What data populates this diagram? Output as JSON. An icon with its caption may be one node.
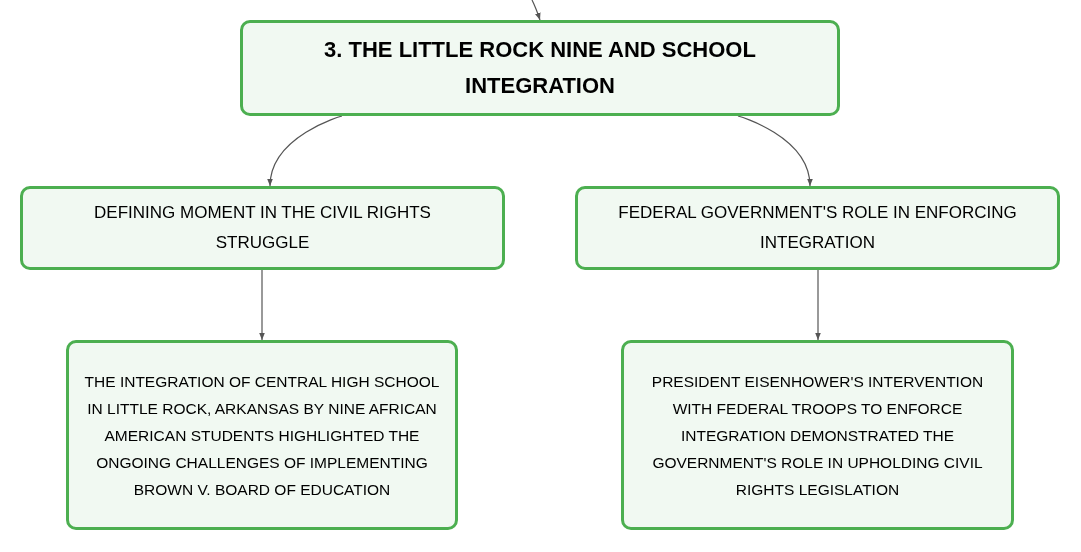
{
  "diagram": {
    "nodes": [
      {
        "text": [
          "3. THE LITTLE ROCK NINE AND SCHOOL INTEGRATION"
        ]
      },
      {
        "text": [
          "DEFINING MOMENT IN THE CIVIL RIGHTS STRUGGLE"
        ]
      },
      {
        "text": [
          "FEDERAL GOVERNMENT'S ROLE IN ENFORCING INTEGRATION"
        ]
      },
      {
        "text": [
          "THE INTEGRATION OF CENTRAL HIGH SCHOOL IN LITTLE ROCK, ARKANSAS BY NINE AFRICAN AMERICAN STUDENTS HIGHLIGHTED THE ONGOING CHALLENGES OF IMPLEMENTING BROWN V. BOARD OF EDUCATION"
        ]
      },
      {
        "text": [
          "PRESIDENT EISENHOWER'S INTERVENTION WITH FEDERAL TROOPS TO ENFORCE INTEGRATION DEMONSTRATED THE GOVERNMENT'S ROLE IN UPHOLDING CIVIL RIGHTS LEGISLATION"
        ]
      }
    ],
    "edges": [
      {
        "from": null,
        "to": 0,
        "arrow": "to"
      },
      {
        "from": 0,
        "to": 1,
        "arrow": "to"
      },
      {
        "from": 0,
        "to": 2,
        "arrow": "to"
      },
      {
        "from": 1,
        "to": 3,
        "arrow": "to"
      },
      {
        "from": 2,
        "to": 4,
        "arrow": "to"
      }
    ]
  }
}
